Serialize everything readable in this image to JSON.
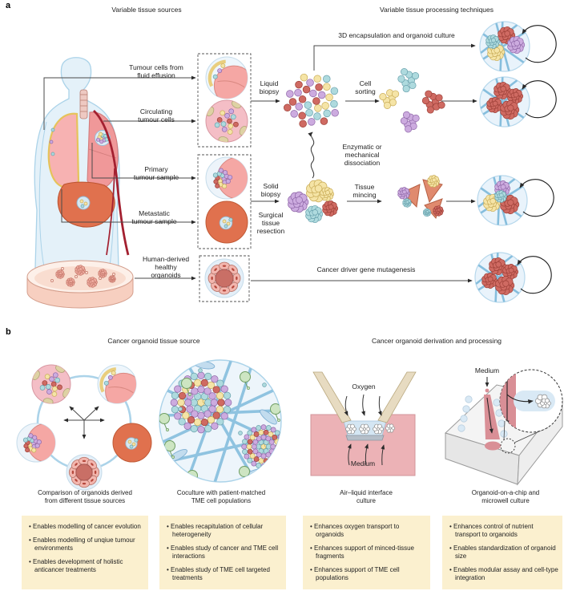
{
  "panel_a": {
    "label": "a",
    "header_sources": "Variable tissue sources",
    "header_processing": "Variable tissue processing techniques",
    "tissue_labels": {
      "fluid_effusion": "Tumour cells from\nfluid effusion",
      "circulating": "Circulating\ntumour cells",
      "primary": "Primary\ntumour sample",
      "metastatic": "Metastatic\ntumour sample",
      "healthy": "Human-derived\nhealthy\norganoids"
    },
    "process_labels": {
      "liquid_biopsy": "Liquid\nbiopsy",
      "encapsulation": "3D encapsulation and organoid culture",
      "cell_sorting": "Cell\nsorting",
      "dissociation": "Enzymatic or\nmechanical\ndissociation",
      "solid_biopsy": "Solid\nbiopsy",
      "surgical_resection": "Surgical\ntissue\nresection",
      "tissue_mincing": "Tissue\nmincing",
      "mutagenesis": "Cancer driver gene mutagenesis"
    }
  },
  "panel_b": {
    "label": "b",
    "header_tissue_source": "Cancer organoid tissue source",
    "header_derivation": "Cancer organoid derivation and processing",
    "ali_labels": {
      "oxygen": "Oxygen",
      "medium": "Medium"
    },
    "chip_labels": {
      "medium": "Medium"
    },
    "columns": [
      {
        "caption": "Comparison of organoids derived\nfrom different tissue sources",
        "bullets": [
          "Enables modelling of cancer evolution",
          "Enables modelling of unqiue tumour environments",
          "Enables development of holistic anticancer treatments"
        ]
      },
      {
        "caption": "Coculture with patient-matched\nTME cell populations",
        "bullets": [
          "Enables recapitulation of cellular heterogeneity",
          "Enables study of cancer and TME cell interactions",
          "Enables study of TME cell targeted treatments"
        ]
      },
      {
        "caption": "Air–liquid interface\nculture",
        "bullets": [
          "Enhances oxygen transport to organoids",
          "Enhances support of minced-tissue fragments",
          "Enhances support of TME cell populations"
        ]
      },
      {
        "caption": "Organoid-on-a-chip and\nmicrowell culture",
        "bullets": [
          "Enhances control of nutrient transport to organoids",
          "Enables standardization of organoid size",
          "Enables modular assay and cell-type integration"
        ]
      }
    ]
  },
  "colors": {
    "cell_red": "#cf6a62",
    "cell_yellow": "#f5e4a6",
    "cell_purple": "#ccabdf",
    "cell_cyan": "#aedade",
    "tme_green": "#cde5c2",
    "mesh_blue": "#86bedd",
    "silhouette_blue": "#e4f1f9",
    "medium_pink": "#ecb2b6",
    "note_yellow": "#fbf0cf"
  }
}
